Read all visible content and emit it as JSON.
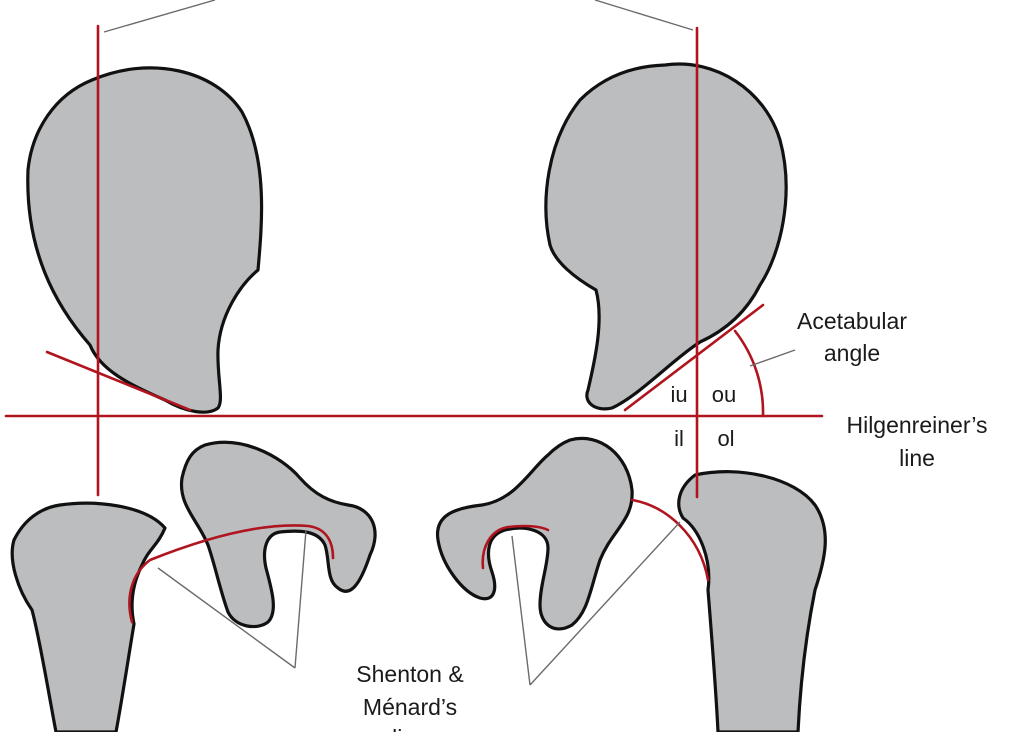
{
  "labels": {
    "acetabular_angle": [
      "Acetabular",
      "angle"
    ],
    "hilgenreiner": [
      "Hilgenreiner’s",
      "line"
    ],
    "shenton": [
      "Shenton &",
      "Ménard’s",
      "line"
    ],
    "quadrants": {
      "iu": "iu",
      "ou": "ou",
      "il": "il",
      "ol": "ol"
    }
  },
  "colors": {
    "bone_fill": "#bcbdbf",
    "bone_outline": "#111111",
    "reference_lines": "#b0141e",
    "leader_lines": "#6b6b6b"
  }
}
